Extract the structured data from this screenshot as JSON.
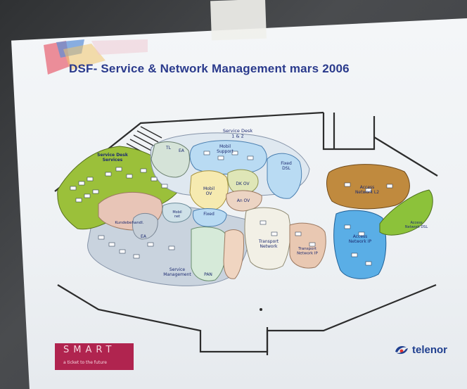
{
  "title": "DSF- Service & Network Management mars 2006",
  "labels": {
    "service_desk_12": "Service Desk\n1 & 2",
    "service_desk_services": "Service Desk\nServices",
    "tl": "TL",
    "ea_top": "EA",
    "mobil_support": "Mobil\nSupport",
    "fixed_dsl": "Fixed\nDSL",
    "mobil_ov": "Mobil\nOV",
    "dk_ov": "DK OV",
    "an_ov": "An OV",
    "fixed": "Fixed",
    "mobil_net": "Mobil\nnet",
    "kundebehandling": "Kundebehandl.",
    "ea_bottom": "EA",
    "pan": "PAN",
    "transport_network": "Transport\nNetwork",
    "transport_network_ip": "Transport\nNetwork IP",
    "service_management": "Service\nManagement",
    "access_network_l2": "Access\nNetwork L2",
    "access_network_ip": "Access\nNetwork IP",
    "access_network_dsl": "Access\nNetwork DSL"
  },
  "brand": {
    "smart_word": "SMART",
    "smart_tag": "a ticket to the future",
    "telenor": "telenor"
  },
  "colors": {
    "title": "#2a3a8c",
    "green": "#9bc03a",
    "brown": "#c08a3e",
    "blue": "#5aaee6",
    "light_blue": "#b9dbf3",
    "yellow": "#f6eab0",
    "pink": "#e8c5b7",
    "gray": "#c9d3de",
    "smart": "#b0244f",
    "telenor": "#1f3f8f"
  }
}
